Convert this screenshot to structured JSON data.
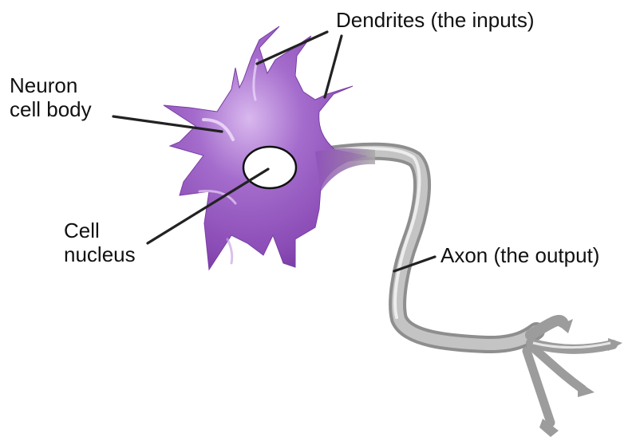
{
  "labels": {
    "dendrites": "Dendrites (the inputs)",
    "cell_body_line1": "Neuron",
    "cell_body_line2": "cell body",
    "nucleus_line1": "Cell",
    "nucleus_line2": "nucleus",
    "axon": "Axon (the output)"
  },
  "colors": {
    "cell_body": "#8f52b8",
    "cell_body_highlight": "#d9b8ee",
    "cell_body_shadow": "#6a2f93",
    "axon": "#a9a9a9",
    "axon_highlight": "#f0f0f0",
    "nucleus_fill": "#ffffff",
    "leader_lines": "#222222"
  }
}
